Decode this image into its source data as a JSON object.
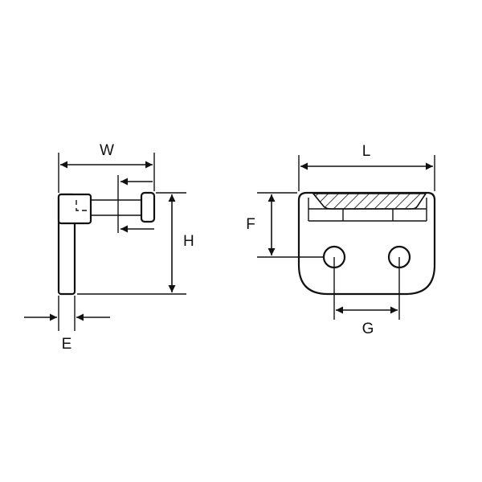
{
  "dimensions": {
    "W": "W",
    "H": "H",
    "E": "E",
    "L": "L",
    "F": "F",
    "G": "G"
  },
  "colors": {
    "line": "#111111",
    "background": "#ffffff"
  }
}
